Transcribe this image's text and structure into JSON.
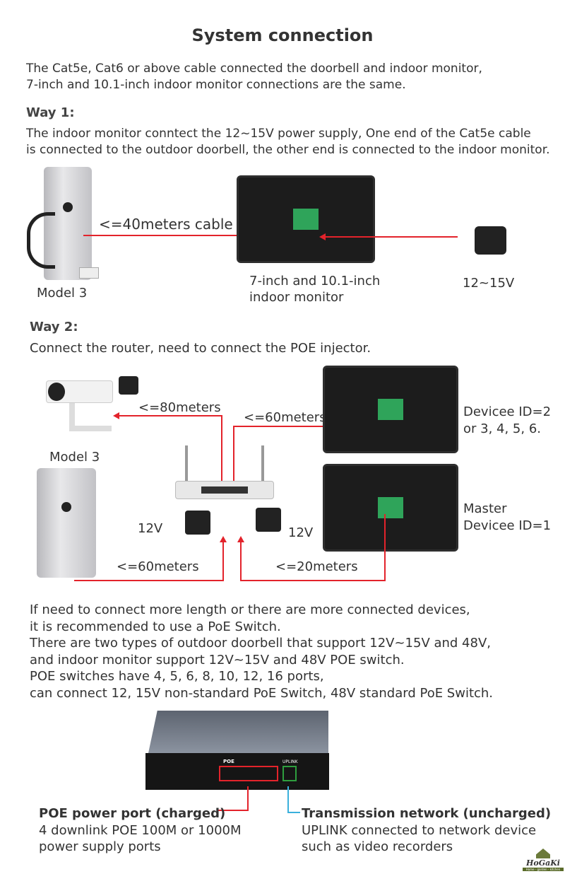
{
  "title": "System connection",
  "intro": [
    "The Cat5e, Cat6 or above cable connected the doorbell and indoor monitor,",
    "7-inch and 10.1-inch indoor monitor connections are the same."
  ],
  "way1": {
    "heading": "Way 1:",
    "desc": [
      "The indoor monitor conntect the 12~15V power supply,  One end of the Cat5e cable",
      "is connected to the outdoor doorbell, the other end is connected to the indoor monitor."
    ],
    "cable": "<=40meters cable",
    "model": "Model 3",
    "monitor": [
      "7-inch and 10.1-inch",
      "indoor monitor"
    ],
    "power": "12~15V"
  },
  "way2": {
    "heading": "Way 2:",
    "desc": "Connect the router, need to connect the POE injector.",
    "camera_cable": "<=80meters",
    "monitor_cable": "<=60meters",
    "model": "Model 3",
    "v_left": "12V",
    "v_right": "12V",
    "bell_cable": "<=60meters",
    "master_cable": "<=20meters",
    "monitor1": [
      "Devicee ID=2",
      "or 3, 4, 5, 6."
    ],
    "monitor2": [
      "Master",
      "Devicee ID=1"
    ]
  },
  "notes": [
    "If need to connect more length or there are more connected devices,",
    "it is recommended to use a PoE Switch.",
    "There are two types of outdoor doorbell that support 12V~15V and 48V,",
    "and indoor monitor support 12V~15V and 48V POE switch.",
    "POE switches have 4, 5, 6, 8, 10, 12, 16 ports,",
    "can connect 12, 15V non-standard PoE Switch, 48V standard PoE Switch."
  ],
  "switch": {
    "poe_label": "POE",
    "uplink_label": "UPLINK",
    "left_title": "POE power port (charged)",
    "left_desc": [
      "4 downlink POE 100M or 1000M",
      "power supply ports"
    ],
    "right_title": "Transmission network (uncharged)",
    "right_desc": [
      "UPLINK connected to network device",
      "such as video recorders"
    ]
  },
  "logo": {
    "name": "HoGaKi",
    "tagline": "Home - garden - kitchen"
  },
  "colors": {
    "red": "#e3232b",
    "blue": "#3ab0dc"
  }
}
